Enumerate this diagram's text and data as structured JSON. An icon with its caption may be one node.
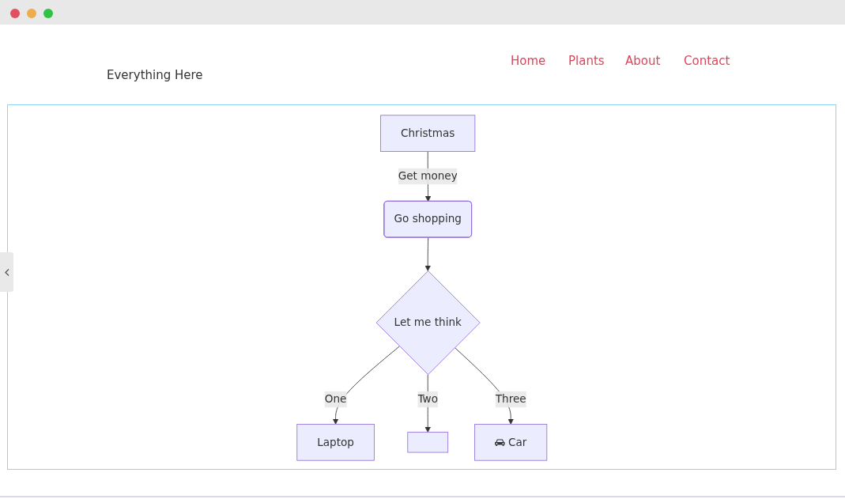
{
  "diagram": {
    "nodes": [
      {
        "text": [
          "Christmas"
        ]
      },
      {
        "text": [
          "Go shopping"
        ]
      },
      {
        "text": [
          "Let me think"
        ]
      },
      {
        "text": [
          "Laptop"
        ]
      },
      {
        "text": [],
        "shape": "box"
      },
      {
        "text": [
          "Car"
        ]
      }
    ],
    "edges": [
      {
        "from": 0,
        "to": 1,
        "arrow": "to",
        "label": "Get money"
      },
      {
        "from": 1,
        "to": 2,
        "arrow": "to"
      },
      {
        "from": 2,
        "to": 3,
        "arrow": "to",
        "label": "One"
      },
      {
        "from": 2,
        "to": 4,
        "arrow": "to",
        "label": "Two"
      },
      {
        "from": 2,
        "to": 5,
        "arrow": "to",
        "label": "Three"
      }
    ],
    "labels": [
      "Everything Here",
      "Home",
      "Plants",
      "About",
      "Contact"
    ]
  }
}
